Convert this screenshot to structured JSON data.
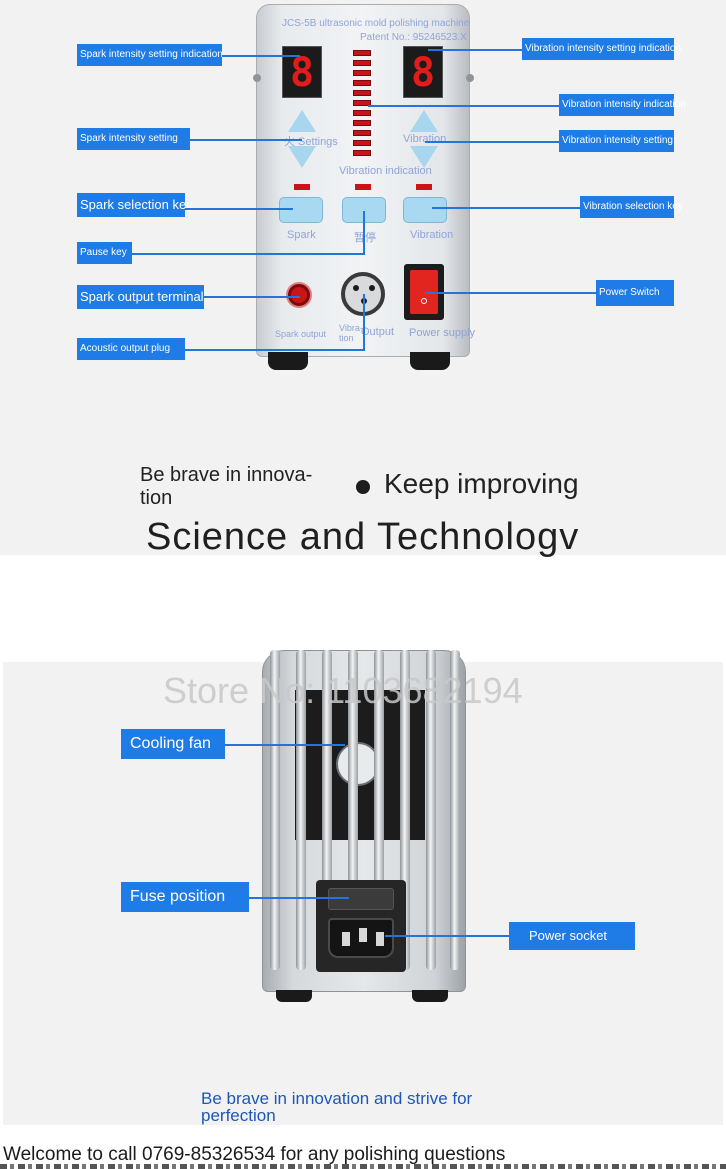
{
  "front": {
    "model_title": "JCS-5B ultrasonic mold polishing machine",
    "patent": "Patent No.: 95246523.X",
    "spark_display": "8",
    "vibration_display": "8",
    "device_settings_label": "火 Settings",
    "device_vibration_label": "Vibration",
    "vibration_indication_label": "Vibration indication",
    "key_spark_label": "Spark",
    "key_pause_label": "暂停",
    "key_vibration_label": "Vibration",
    "spark_output_label": "Spark output",
    "vibration_output_label": "Vibra-\ntion",
    "output_label": "Output",
    "power_supply_label": "Power supply"
  },
  "callouts_front": {
    "spark_indication": "Spark intensity setting indication",
    "spark_setting": "Spark intensity setting",
    "spark_selection": "Spark selection key",
    "pause": "Pause key",
    "spark_terminal": "Spark output terminal",
    "acoustic_plug": "Acoustic output plug",
    "vibration_setting_indication": "Vibration intensity setting indication",
    "vibration_indication": "Vibration intensity indication",
    "vibration_setting": "Vibration intensity setting",
    "vibration_selection": "Vibration selection key",
    "power_switch": "Power Switch"
  },
  "slogans": {
    "left": "Be brave in innova-\ntion",
    "right": "Keep improving",
    "headline": "Science and Technologv"
  },
  "back": {
    "watermark": "Store No: 1103682194",
    "callout_cooling_fan": "Cooling fan",
    "callout_fuse": "Fuse position",
    "callout_power_socket": "Power socket"
  },
  "footer": {
    "closing": "Be brave in innovation and strive for perfection",
    "welcome": "Welcome to call 0769-85326534 for any polishing questions"
  },
  "colors": {
    "callout_blue": "#1f7be6",
    "display_red": "#e21b1b",
    "key_blue": "#a9d8f1"
  }
}
